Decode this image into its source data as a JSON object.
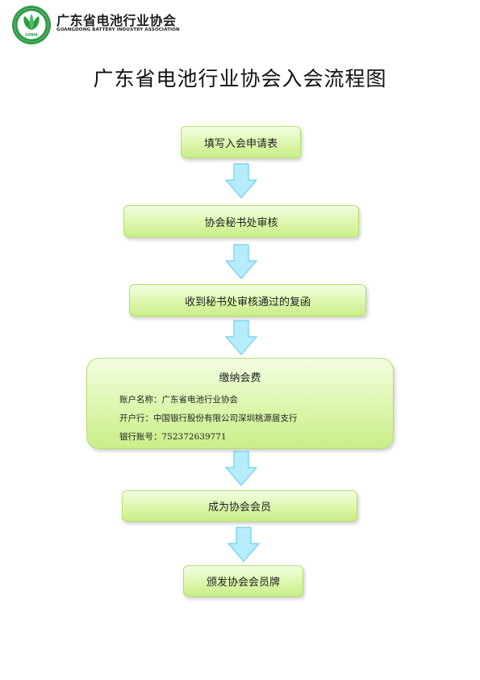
{
  "header": {
    "logo_icon": "gdbia-leaf-logo-icon",
    "logo_text": "GDBIA",
    "org_name_cn": "广东省电池行业协会",
    "org_name_en": "GUANGDONG BATTERY INDUSTRY ASSOCIATION"
  },
  "title": "广东省电池行业协会入会流程图",
  "steps": [
    "填写入会申请表",
    "协会秘书处审核",
    "收到秘书处审核通过的复函",
    "缴纳会费",
    "成为协会会员",
    "颁发协会会员牌"
  ],
  "payment": {
    "account_name": "账户名称：广东省电池行业协会",
    "bank": "开户行：中国银行股份有限公司深圳桃源居支行",
    "account_number": "银行账号：752372639771"
  },
  "colors": {
    "box_fill": "#dcf6ac",
    "box_border": "#b4e06c",
    "arrow_fill": "#b7ecfb",
    "arrow_stroke": "#6ccfee",
    "logo_green": "#2e9b46"
  },
  "arrow_icon": "down-arrow-icon"
}
